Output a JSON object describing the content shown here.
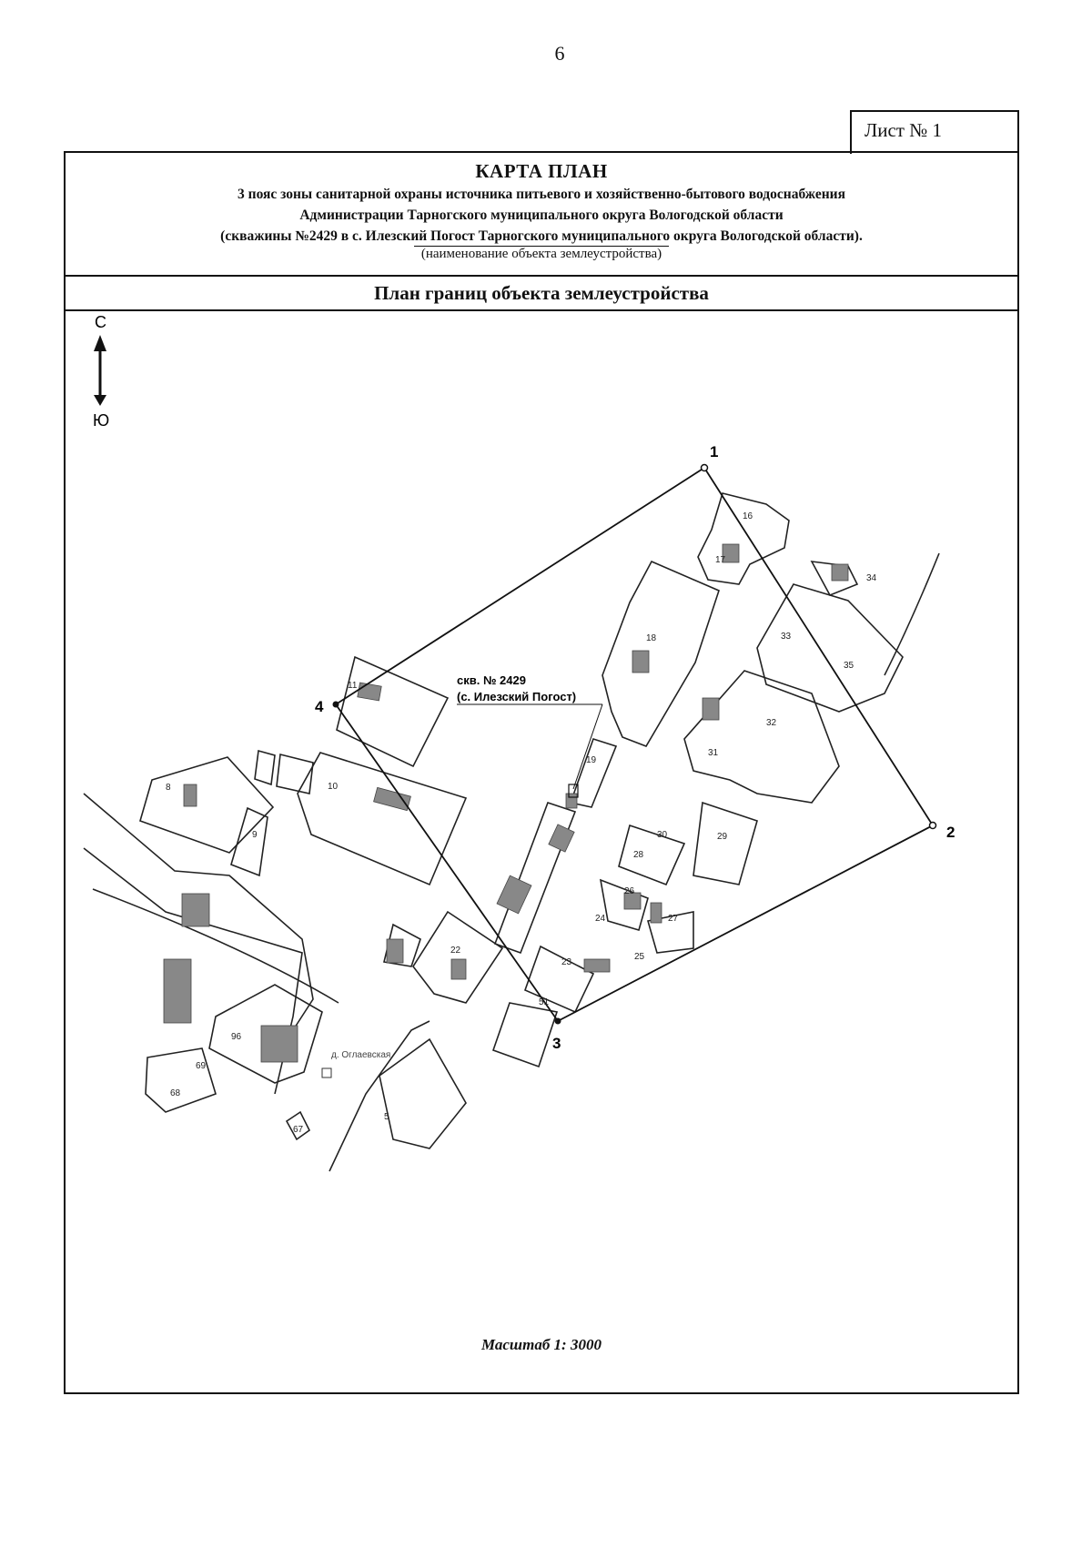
{
  "page_number": "6",
  "sheet_label": "Лист № 1",
  "header": {
    "title": "КАРТА ПЛАН",
    "line1": "3 пояс зоны санитарной охраны источника питьевого и хозяйственно-бытового водоснабжения",
    "line2": "Администрации Тарногского муниципального округа Вологодской области",
    "line3": "(скважины №2429 в с. Илезский Погост Тарногского муниципального округа Вологодской области).",
    "caption": "(наименование объекта землеустройства)"
  },
  "subheader": "План границ объекта землеустройства",
  "compass": {
    "north": "С",
    "south": "Ю"
  },
  "well_label": {
    "line1": "скв. № 2429",
    "line2": "(с. Илезский Погост)"
  },
  "boundary_points": [
    {
      "id": "1",
      "label": "1"
    },
    {
      "id": "2",
      "label": "2"
    },
    {
      "id": "3",
      "label": "3"
    },
    {
      "id": "4",
      "label": "4"
    }
  ],
  "parcel_labels": [
    "16",
    "17",
    "18",
    "19",
    "22",
    "23",
    "24",
    "25",
    "26",
    "27",
    "28",
    "29",
    "30",
    "31",
    "32",
    "33",
    "34",
    "35",
    "51",
    "8",
    "9",
    "10",
    "11",
    "5",
    "67",
    "68",
    "69",
    "96"
  ],
  "street_label": "д. Оглаевская",
  "scale": "Масштаб 1: 3000"
}
